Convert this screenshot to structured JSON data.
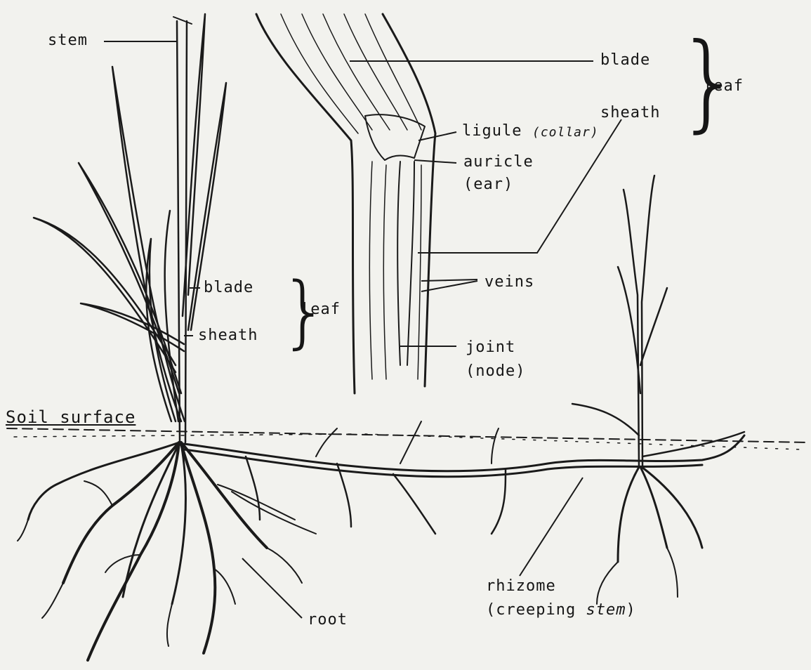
{
  "labels": {
    "stem": "stem",
    "blade_left": "blade",
    "sheath_left": "sheath",
    "leaf_left": "leaf",
    "soil_surface": "Soil surface",
    "root": "root",
    "blade_top": "blade",
    "leaf_top": "leaf",
    "sheath_top": "sheath",
    "ligule": "ligule",
    "collar": "(collar)",
    "auricle": "auricle",
    "ear": "(ear)",
    "veins": "veins",
    "joint": "joint",
    "node": "(node)",
    "rhizome": "rhizome",
    "creeping_prefix": "(creeping ",
    "creeping_stem": "stem",
    "creeping_close": ")"
  },
  "colors": {
    "ink": "#1a1a1a",
    "paper": "#f2f2ee"
  }
}
